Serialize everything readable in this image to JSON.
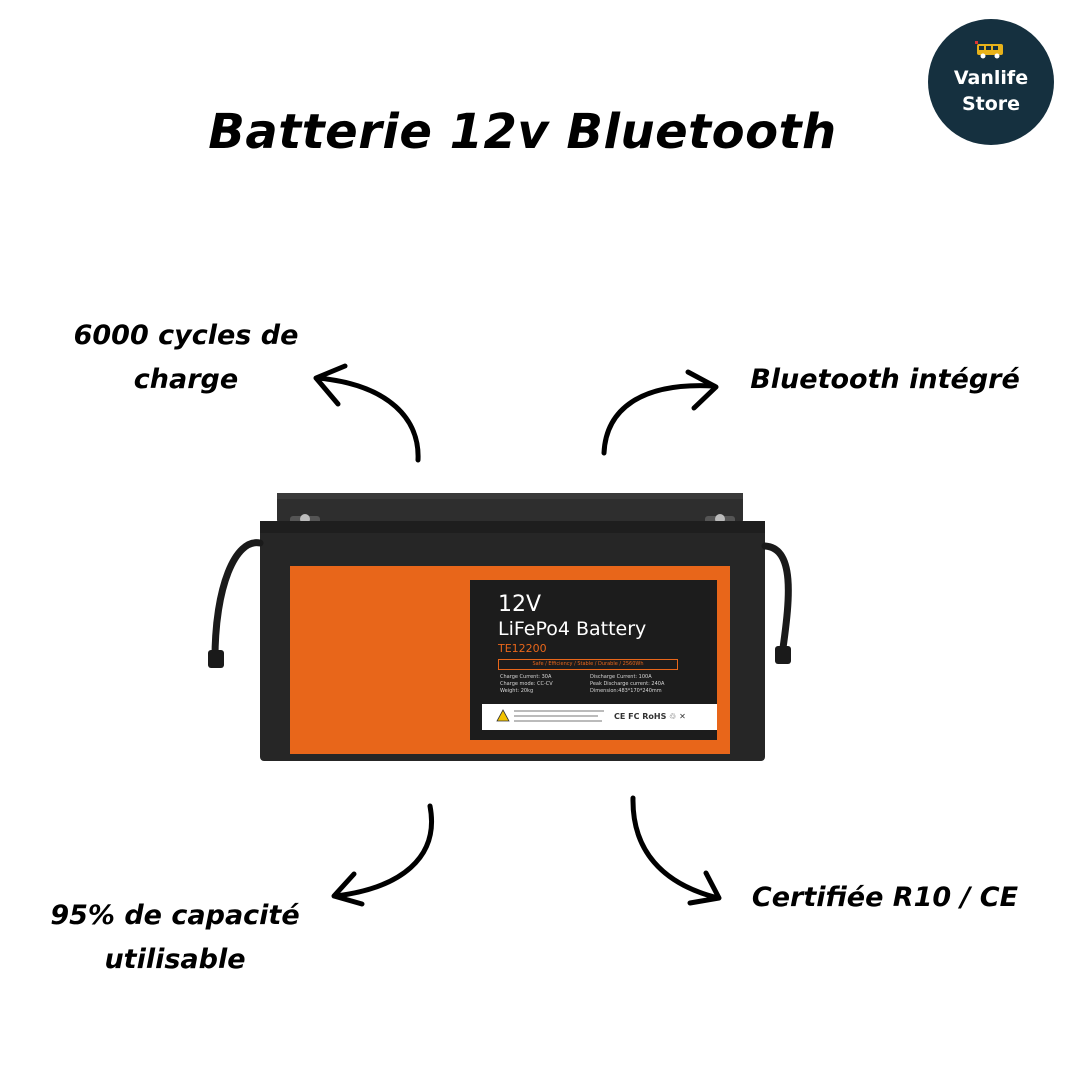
{
  "title": "Batterie 12v Bluetooth",
  "brand": {
    "name_line1": "Vanlife",
    "name_line2": "Store",
    "icon": "van-icon",
    "background": "#15303f"
  },
  "features": {
    "cycles": {
      "line1": "6000 cycles de",
      "line2": "charge"
    },
    "bluetooth": "Bluetooth intégré",
    "capacity": {
      "line1": "95% de capacité",
      "line2": "utilisable"
    },
    "certification": "Certifiée R10 / CE"
  },
  "battery_label": {
    "voltage": "12V",
    "type": "LiFePo4 Battery",
    "model": "TE12200",
    "tagline": "Safe / Efficiency / Stable / Durable / 2560Wh",
    "specs_left": [
      "Charge Current: 30A",
      "Charge mode: CC-CV",
      "Weight: 20kg"
    ],
    "specs_right": [
      "Discharge Current: 100A",
      "Peak Discharge current: 240A",
      "Dimension:483*170*240mm"
    ],
    "cert_marks": "CE FC RoHS ♲ ✕"
  },
  "colors": {
    "battery_orange": "#e8661a",
    "battery_case": "#262626",
    "text": "#000000"
  }
}
